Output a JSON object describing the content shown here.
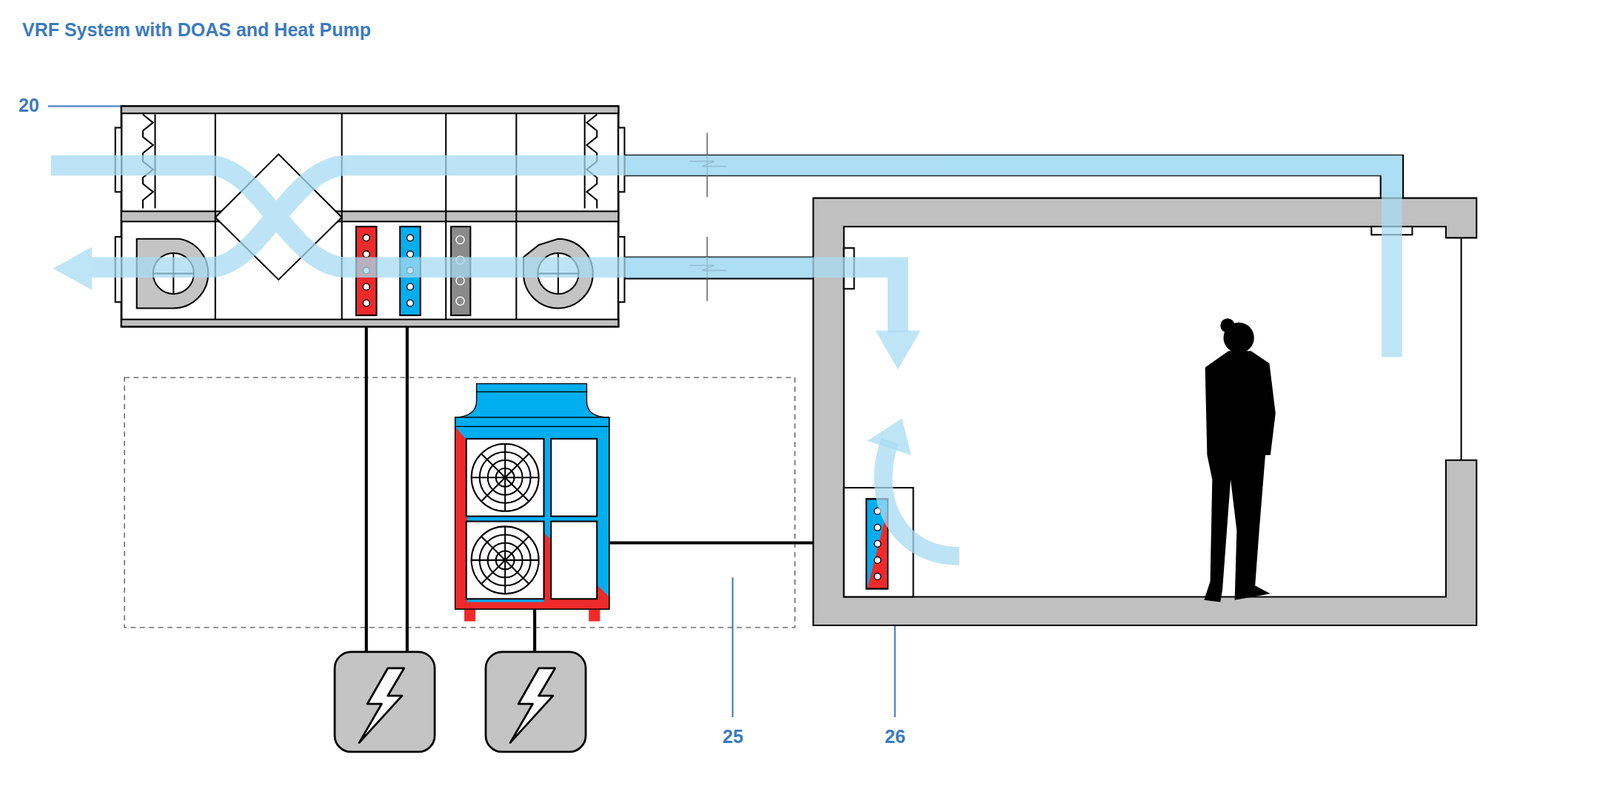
{
  "diagram": {
    "title": "VRF System with DOAS and Heat Pump",
    "labels": [
      "20",
      "25",
      "26"
    ]
  }
}
